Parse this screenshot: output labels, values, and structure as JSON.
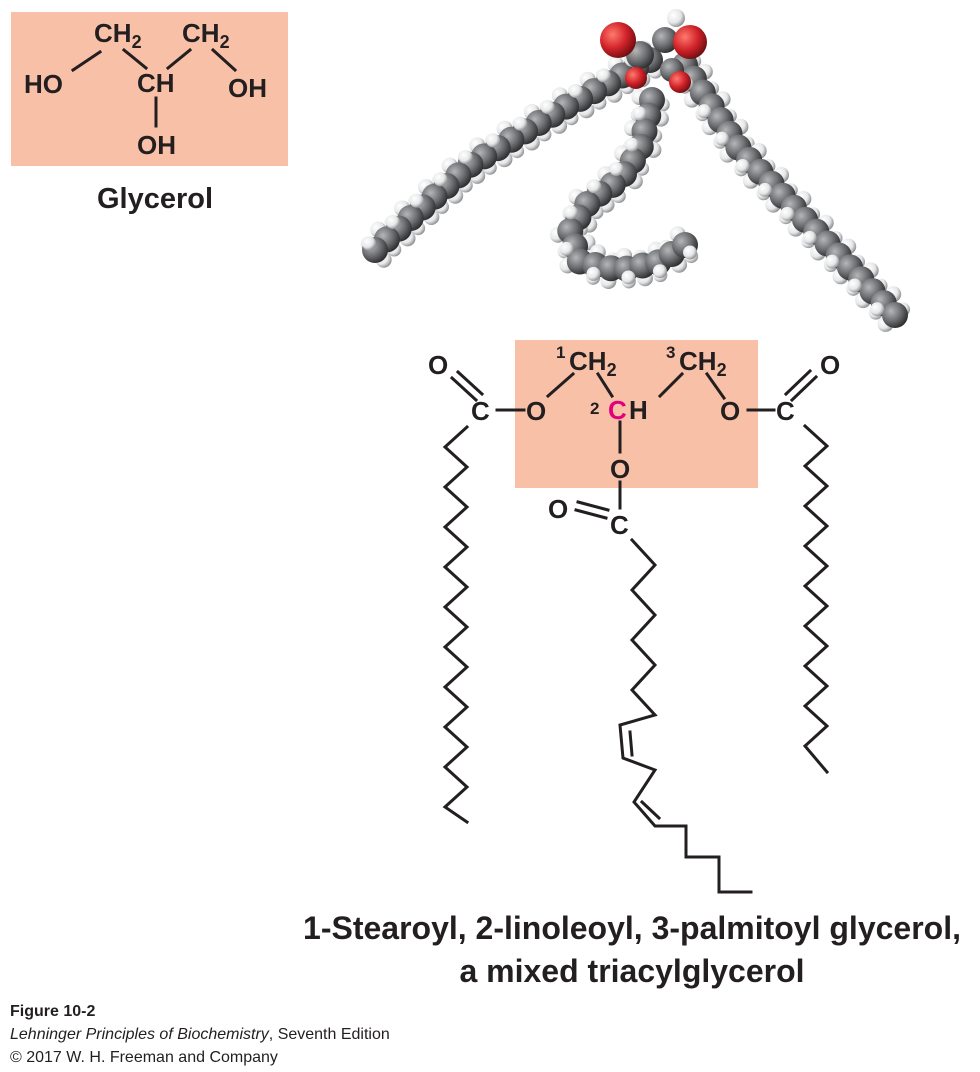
{
  "glycerol": {
    "atoms": {
      "ch2_left": "CH",
      "ch2_right": "CH",
      "subscript": "2",
      "ho": "HO",
      "ch": "CH",
      "oh_right": "OH",
      "oh_bottom": "OH"
    },
    "label": "Glycerol",
    "box_color": "#f9c0a8"
  },
  "triacylglycerol": {
    "atoms": {
      "ch2": "CH",
      "subscript": "2",
      "carbon": "C",
      "hydrogen": "H",
      "oxygen": "O"
    },
    "position_labels": [
      "1",
      "2",
      "3"
    ],
    "stereocenter_color": "#e4007c",
    "box_color": "#f9c0a8",
    "caption_line1": "1-Stearoyl, 2-linoleoyl, 3-palmitoyl glycerol,",
    "caption_line2": "a mixed triacylglycerol"
  },
  "space_filling_model": {
    "carbon_color": "#6d6e71",
    "hydrogen_color": "#e6e7e8",
    "oxygen_color": "#d2232a"
  },
  "credit": {
    "figure_label": "Figure 10-2",
    "book_title": "Lehninger Principles of Biochemistry",
    "edition": ", Seventh Edition",
    "copyright": "© 2017 W. H. Freeman and Company"
  }
}
